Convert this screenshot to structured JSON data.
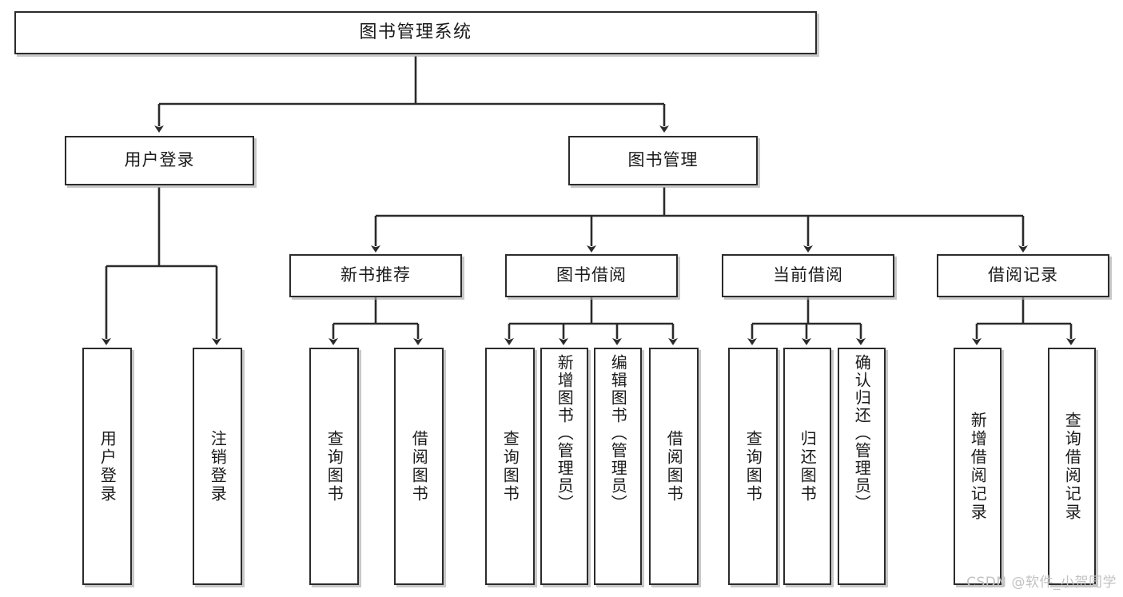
{
  "diagram": {
    "title": "图书管理系统",
    "type": "tree-hierarchy-chart",
    "background_color": "#ffffff",
    "border_color": "#2b2b2b",
    "text_color": "#1a1a1a",
    "watermark": "CSDN @软件_小贺同学",
    "watermark_color": "#c2c2c2"
  },
  "root": {
    "label": "图书管理系统"
  },
  "level2": [
    {
      "label": "用户登录"
    },
    {
      "label": "图书管理"
    }
  ],
  "level3": [
    {
      "label": "新书推荐"
    },
    {
      "label": "图书借阅"
    },
    {
      "label": "当前借阅"
    },
    {
      "label": "借阅记录"
    }
  ],
  "leaves": {
    "user_login": [
      {
        "label": "用户登录"
      },
      {
        "label": "注销登录"
      }
    ],
    "new_book": [
      {
        "label": "查询图书"
      },
      {
        "label": "借阅图书"
      }
    ],
    "book_borrow": [
      {
        "label": "查询图书"
      },
      {
        "label": "新增图书（管理员）"
      },
      {
        "label": "编辑图书（管理员）"
      },
      {
        "label": "借阅图书"
      }
    ],
    "current_borrow": [
      {
        "label": "查询图书"
      },
      {
        "label": "归还图书"
      },
      {
        "label": "确认归还（管理员）"
      }
    ],
    "borrow_record": [
      {
        "label": "新增借阅记录"
      },
      {
        "label": "查询借阅记录"
      }
    ]
  }
}
